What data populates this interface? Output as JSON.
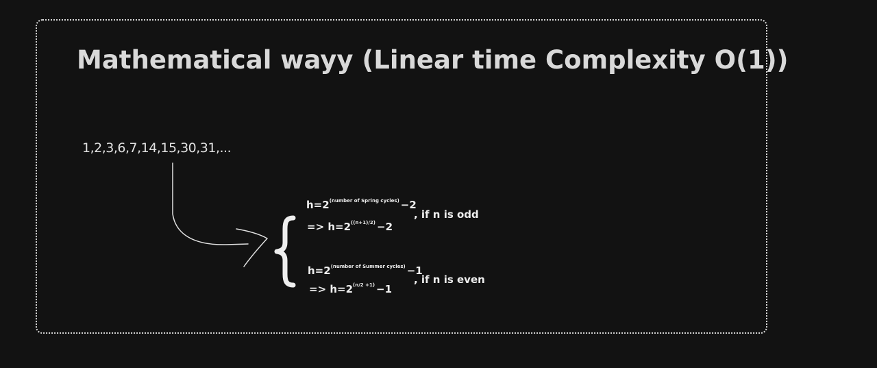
{
  "title": "Mathematical wayy (Linear time Complexity O(1))",
  "sequence": "1,2,3,6,7,14,15,30,31,...",
  "cases": [
    {
      "line1": {
        "prefix": "h=2",
        "exponent": "(number of Spring cycles)",
        "suffix": "−2"
      },
      "line2": {
        "prefix": "=> h=2",
        "exponent": "((n+1)/2)",
        "suffix": "−2"
      },
      "condition": ", if n is odd"
    },
    {
      "line1": {
        "prefix": "h=2",
        "exponent": "(number of Summer cycles)",
        "suffix": "−1"
      },
      "line2": {
        "prefix": "=> h=2",
        "exponent": "(n/2 +1)",
        "suffix": "−1"
      },
      "condition": ", if n is even"
    }
  ],
  "colors": {
    "background": "#121212",
    "text": "#e6e6e6",
    "frame": "#d8d8d8"
  }
}
